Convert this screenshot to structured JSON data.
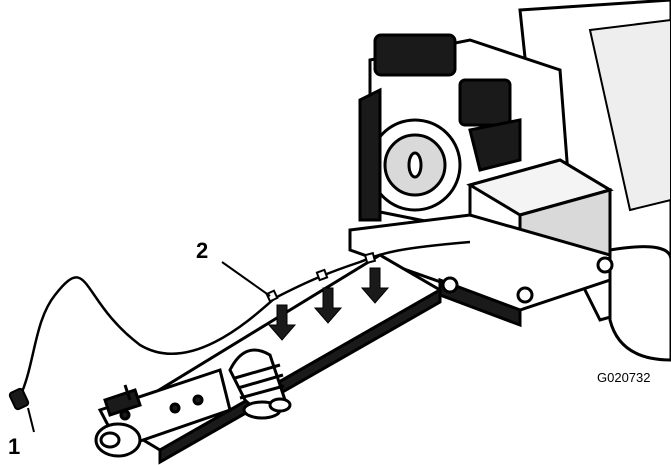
{
  "figure": {
    "figure_id": "G020732",
    "callouts": [
      {
        "number": "1",
        "refers_to": "wire-harness-connector"
      },
      {
        "number": "2",
        "refers_to": "wire-harness"
      }
    ],
    "colors": {
      "ink": "#000000",
      "paper": "#ffffff",
      "shade": "#d9d9d9"
    }
  }
}
